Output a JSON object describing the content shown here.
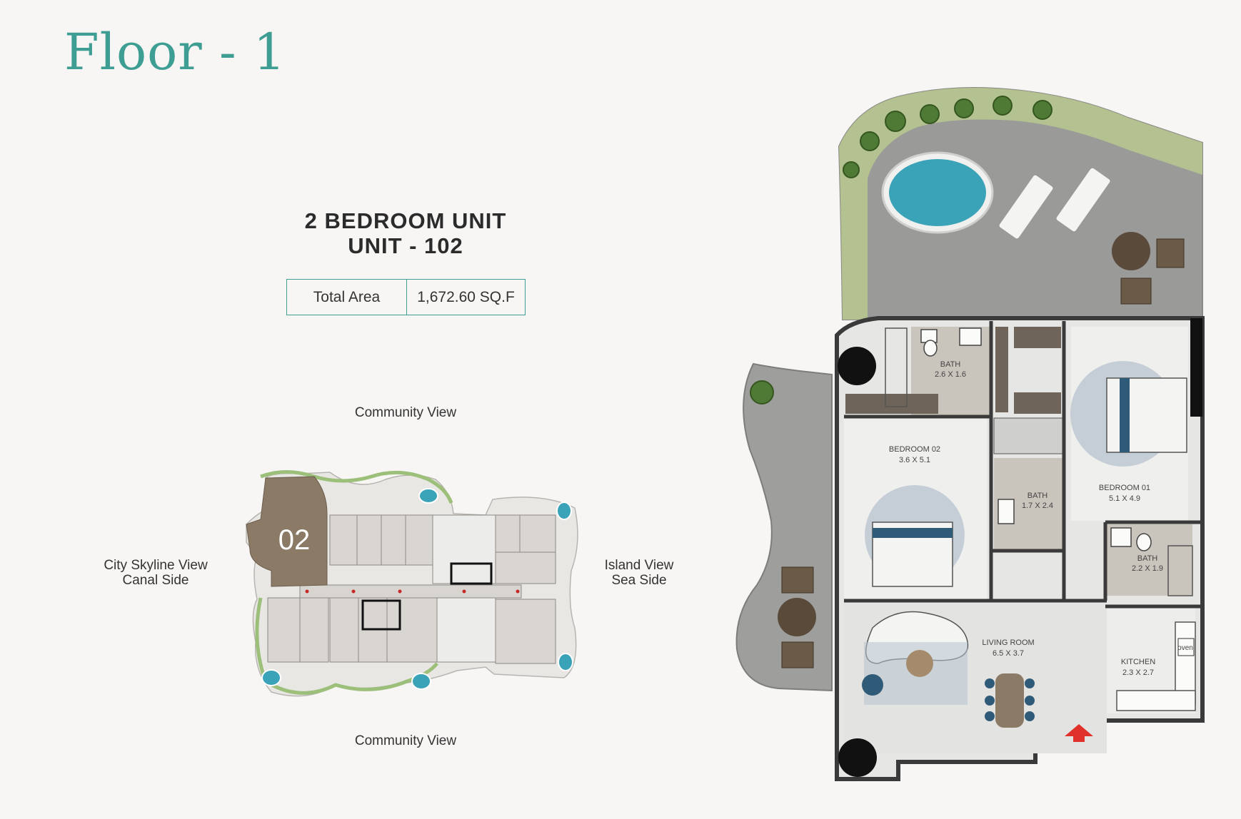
{
  "floor_title": "Floor - 1",
  "unit": {
    "type_line": "2 BEDROOM UNIT",
    "unit_line": "UNIT - 102"
  },
  "area": {
    "label": "Total Area",
    "value": "1,672.60 SQ.F"
  },
  "key_plan": {
    "unit_number": "02",
    "views": {
      "top": "Community View",
      "bottom": "Community View",
      "left_line1": "City Skyline View",
      "left_line2": "Canal Side",
      "right_line1": "Island View",
      "right_line2": "Sea Side"
    }
  },
  "rooms": {
    "bath_top": {
      "name": "BATH",
      "size": "2.6 X 1.6"
    },
    "bedroom_02": {
      "name": "BEDROOM 02",
      "size": "3.6 X 5.1"
    },
    "bath_mid": {
      "name": "BATH",
      "size": "1.7 X 2.4"
    },
    "bedroom_01": {
      "name": "BEDROOM 01",
      "size": "5.1 X 4.9"
    },
    "bath_right": {
      "name": "BATH",
      "size": "2.2 X 1.9"
    },
    "living_room": {
      "name": "LIVING ROOM",
      "size": "6.5 X 3.7"
    },
    "kitchen": {
      "name": "KITCHEN",
      "size": "2.3 X 2.7"
    },
    "oven": "oven"
  },
  "colors": {
    "accent": "#3f9e93",
    "entrance_arrow": "#e0312b",
    "pool": "#3aa3b8",
    "key_plan_unit": "#8a7a66"
  }
}
